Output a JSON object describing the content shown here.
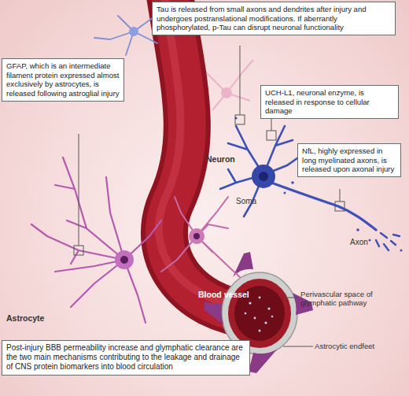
{
  "diagram": {
    "nodes": [
      {
        "text": [
          "Tau is released from small axons and dendrites after injury and undergoes postranslational modifications. If aberrantly phosphorylated, p-Tau can disrupt neuronal functionality"
        ]
      },
      {
        "text": [
          "GFAP, which is an intermediate filament protein expressed almost exclusively by astrocytes, is released following astroglial injury"
        ]
      },
      {
        "text": [
          "UCH-L1, neuronal enzyme, is released in response to cellular damage"
        ]
      },
      {
        "text": [
          "NfL, highly expressed in long myelinated axons, is released upon axonal injury"
        ]
      },
      {
        "text": [
          "Post-injury BBB permeability increase and glymphatic clearance are the two main mechanisms contributing to the leakage and drainage of CNS protein biomarkers into blood circulation"
        ]
      }
    ],
    "labels": [
      "Neuron",
      "Soma",
      "Axon",
      "Astrocyte",
      "Blood vessel",
      "Perivascular space of glymphatic pathway",
      "Astrocytic endfeet"
    ]
  }
}
